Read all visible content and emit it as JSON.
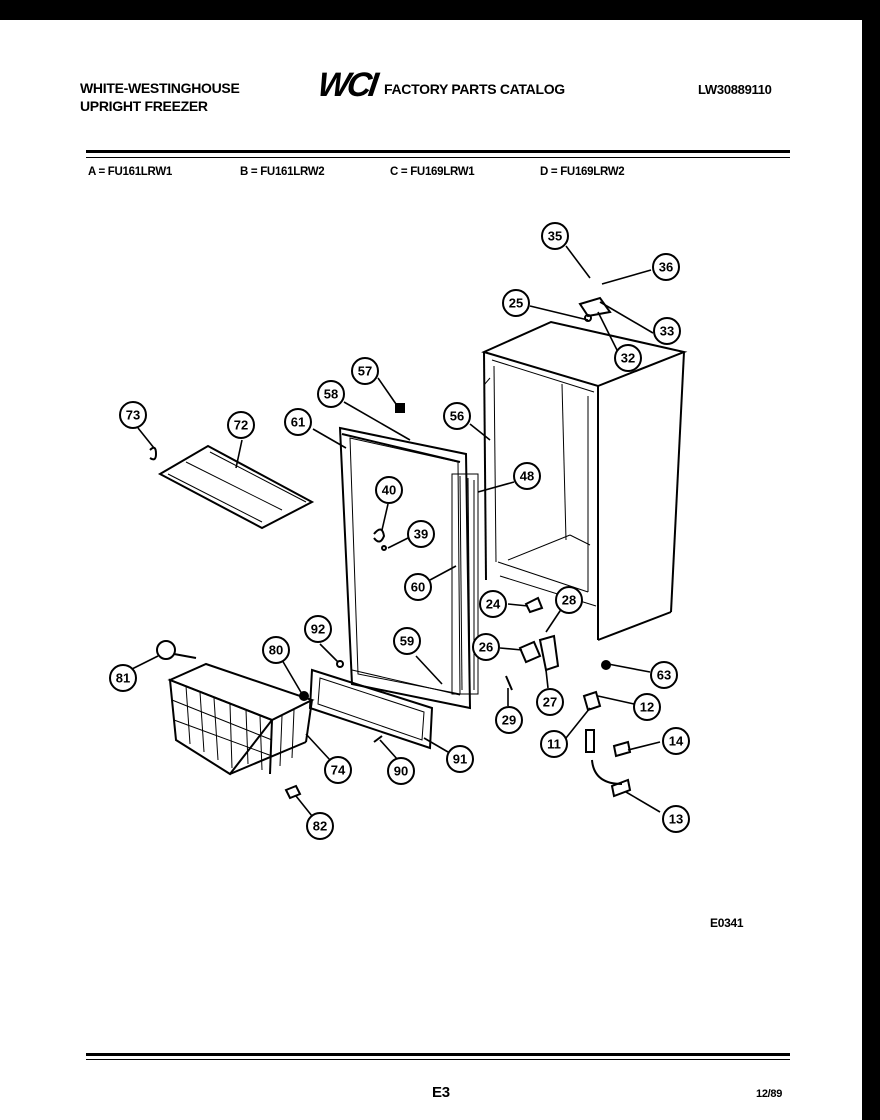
{
  "header": {
    "brand_line1": "WHITE-WESTINGHOUSE",
    "brand_line2": "UPRIGHT FREEZER",
    "logo_text": "WCI",
    "catalog_title": "FACTORY PARTS CATALOG",
    "catalog_number": "LW30889110"
  },
  "models": [
    {
      "label": "A = FU161LRW1"
    },
    {
      "label": "B = FU161LRW2"
    },
    {
      "label": "C = FU169LRW1"
    },
    {
      "label": "D = FU169LRW2"
    }
  ],
  "callouts": [
    "35",
    "36",
    "25",
    "33",
    "32",
    "57",
    "58",
    "56",
    "73",
    "72",
    "61",
    "48",
    "40",
    "39",
    "60",
    "24",
    "28",
    "92",
    "59",
    "26",
    "63",
    "81",
    "80",
    "27",
    "12",
    "29",
    "11",
    "14",
    "74",
    "90",
    "91",
    "13",
    "82"
  ],
  "diagram_code": "E0341",
  "footer": {
    "page": "E3",
    "date": "12/89"
  }
}
